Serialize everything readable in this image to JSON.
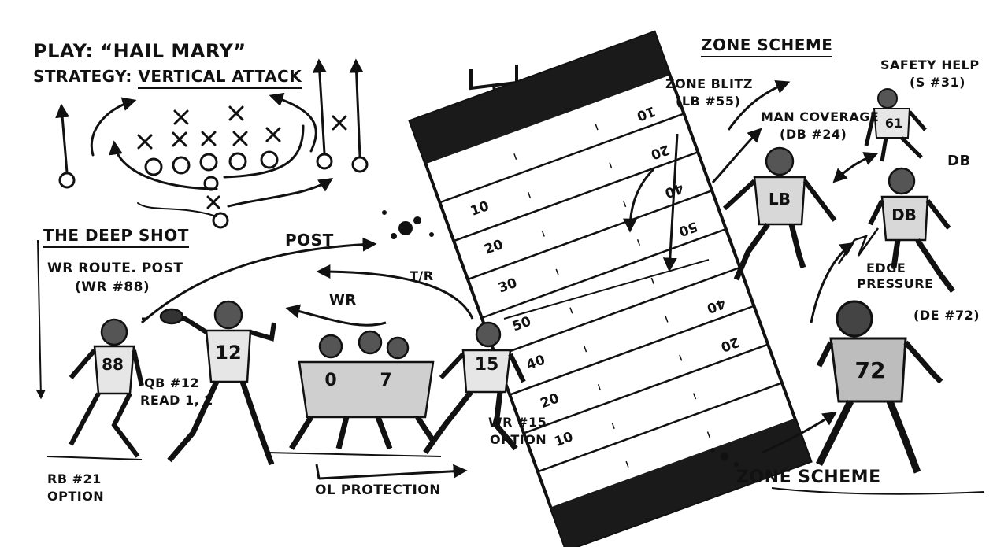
{
  "play": {
    "title": "PLAY: “HAIL MARY”",
    "strategy_prefix": "STRATEGY: ",
    "strategy_value": "VERTICAL ATTACK"
  },
  "sections": {
    "deep_shot": "THE DEEP SHOT",
    "zone_scheme_top": "ZONE SCHEME",
    "zone_scheme_bottom": "ZONE SCHEME"
  },
  "routes": {
    "post": "POST",
    "wr": "WR",
    "tr": "T/R"
  },
  "annotations": {
    "wr88_line1": "WR ROUTE. POST",
    "wr88_line2": "(WR #88)",
    "qb_line1": "QB #12",
    "qb_line2": "READ 1, 2",
    "rb_line1": "RB #21",
    "rb_line2": "OPTION",
    "ol": "OL PROTECTION",
    "wr15_line1": "WR #15",
    "wr15_line2": "OPTION",
    "blitz_line1": "ZONE BLITZ",
    "blitz_line2": "(LB #55)",
    "man_line1": "MAN COVERAGE",
    "man_line2": "(DB #24)",
    "safety_line1": "SAFETY HELP",
    "safety_line2": "(S #31)",
    "db": "DB",
    "edge_line1": "EDGE",
    "edge_line2": "PRESSURE",
    "de": "(DE #72)"
  },
  "players": {
    "wr88": "88",
    "qb": "12",
    "wr15": "15",
    "lb": "LB",
    "db": "DB",
    "safety": "61",
    "de": "72",
    "ol_a": "0",
    "ol_b": "7"
  },
  "field": {
    "yard_numbers_left": [
      "10",
      "20",
      "30",
      "50",
      "40",
      "20",
      "10"
    ],
    "yard_numbers_right": [
      "10",
      "20",
      "40",
      "50",
      "40",
      "20"
    ]
  }
}
